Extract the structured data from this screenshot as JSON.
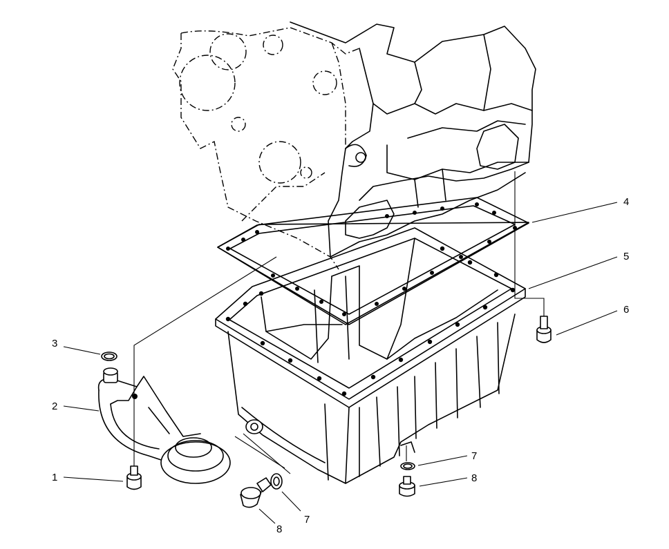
{
  "diagram": {
    "callouts": [
      {
        "id": "c1",
        "label": "1"
      },
      {
        "id": "c2",
        "label": "2"
      },
      {
        "id": "c3",
        "label": "3"
      },
      {
        "id": "c4",
        "label": "4"
      },
      {
        "id": "c5",
        "label": "5"
      },
      {
        "id": "c6",
        "label": "6"
      },
      {
        "id": "c7a",
        "label": "7"
      },
      {
        "id": "c7b",
        "label": "7"
      },
      {
        "id": "c8a",
        "label": "8"
      },
      {
        "id": "c8b",
        "label": "8"
      }
    ]
  }
}
